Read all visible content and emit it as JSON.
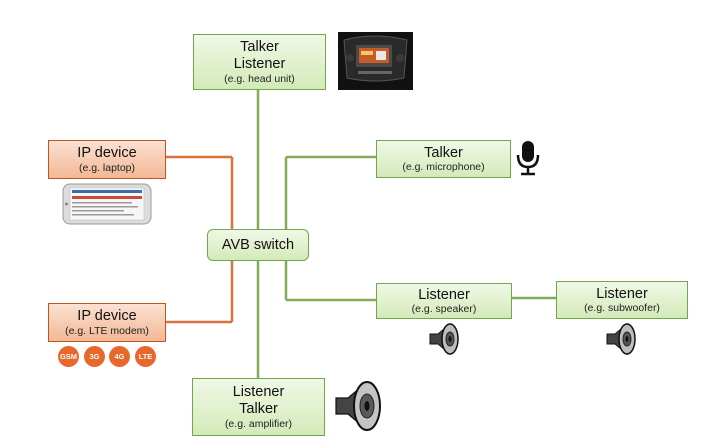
{
  "nodes": {
    "head_unit": {
      "line1": "Talker",
      "line2": "Listener",
      "example": "(e.g. head unit)"
    },
    "laptop": {
      "line1": "IP device",
      "example": "(e.g. laptop)"
    },
    "microphone": {
      "line1": "Talker",
      "example": "(e.g. microphone)"
    },
    "switch": {
      "label": "AVB switch"
    },
    "modem": {
      "line1": "IP device",
      "example": "(e.g. LTE modem)"
    },
    "speaker": {
      "line1": "Listener",
      "example": "(e.g. speaker)"
    },
    "subwoofer": {
      "line1": "Listener",
      "example": "(e.g. subwoofer)"
    },
    "amplifier": {
      "line1": "Listener",
      "line2": "Talker",
      "example": "(e.g. amplifier)"
    }
  },
  "network_badges": [
    "GSM",
    "3G",
    "4G",
    "LTE"
  ],
  "colors": {
    "green_border": "#6fa84a",
    "green_line": "#7fae56",
    "orange_border": "#c0561f",
    "orange_line": "#d8733d",
    "badge": "#e8672b"
  },
  "icons": {
    "head_unit": "car-head-unit-icon",
    "laptop": "tablet-device-icon",
    "microphone": "microphone-icon",
    "speaker": "speaker-icon",
    "subwoofer": "subwoofer-speaker-icon",
    "amplifier": "amplifier-speaker-icon"
  }
}
